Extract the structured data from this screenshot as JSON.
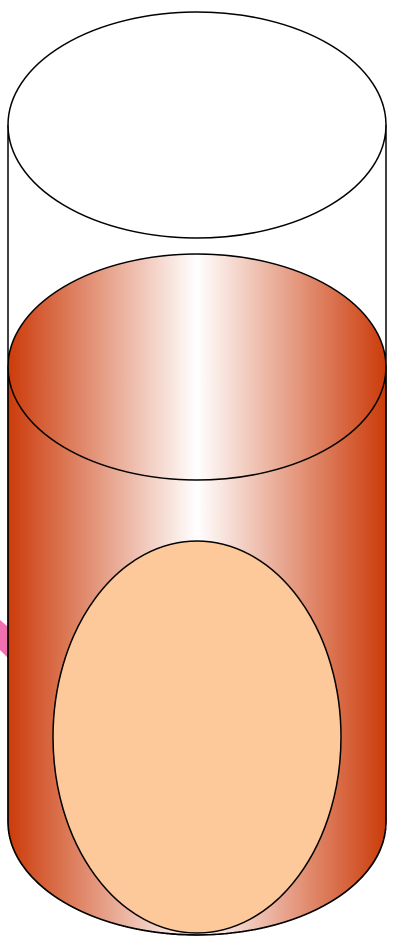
{
  "diagram": {
    "colors": {
      "outline": "#000000",
      "background": "#ffffff",
      "liquid_edge": "#cc3b0a",
      "liquid_highlight": "#ffffff",
      "egg_fill": "#fdc99a",
      "pink_mark": "#f06fb0"
    },
    "elements": [
      "cylinder-container",
      "liquid",
      "egg"
    ]
  }
}
